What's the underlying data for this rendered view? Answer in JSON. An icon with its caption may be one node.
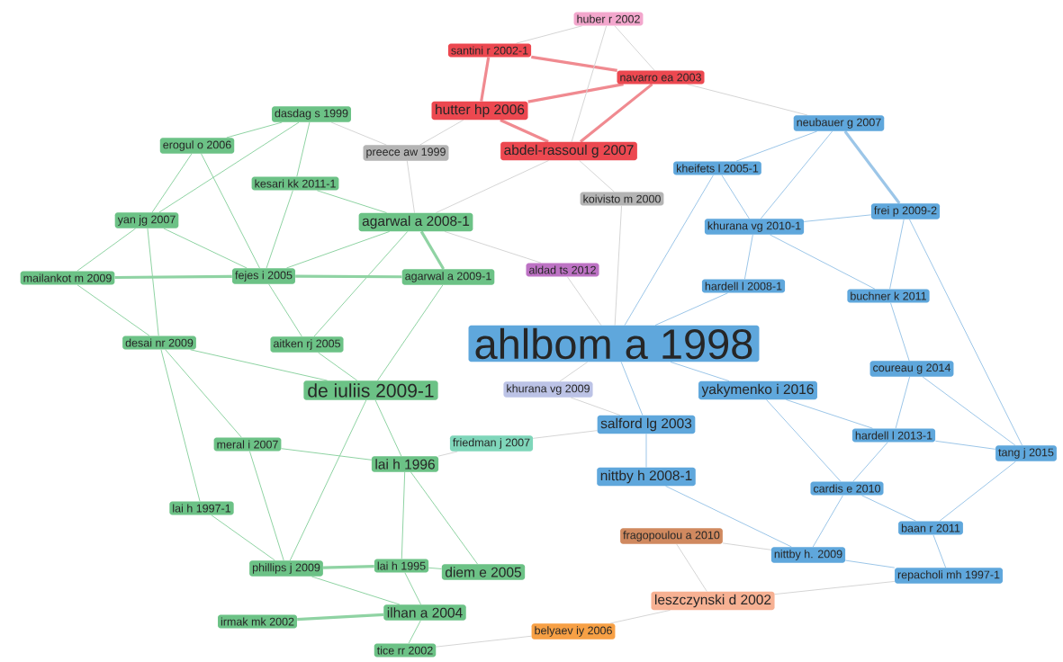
{
  "diagram": {
    "nodes": [
      {
        "text": [
          "huber r 2002"
        ]
      },
      {
        "text": [
          "santini r 2002-1"
        ]
      },
      {
        "text": [
          "navarro ea 2003"
        ]
      },
      {
        "text": [
          "hutter hp 2006"
        ]
      },
      {
        "text": [
          "dasdag s 1999"
        ]
      },
      {
        "text": [
          "neubauer g 2007"
        ]
      },
      {
        "text": [
          "erogul o 2006"
        ]
      },
      {
        "text": [
          "preece aw 1999"
        ]
      },
      {
        "text": [
          "abdel-rassoul g 2007"
        ]
      },
      {
        "text": [
          "kheifets l 2005-1"
        ]
      },
      {
        "text": [
          "kesari kk 2011-1"
        ]
      },
      {
        "text": [
          "koivisto m 2000"
        ]
      },
      {
        "text": [
          "yan jg 2007"
        ]
      },
      {
        "text": [
          "agarwal a 2008-1"
        ]
      },
      {
        "text": [
          "frei p 2009-2"
        ]
      },
      {
        "text": [
          "khurana vg 2010-1"
        ]
      },
      {
        "text": [
          "mailankot m 2009"
        ]
      },
      {
        "text": [
          "fejes i 2005"
        ]
      },
      {
        "text": [
          "agarwal a 2009-1"
        ]
      },
      {
        "text": [
          "aldad ts 2012"
        ]
      },
      {
        "text": [
          "hardell l 2008-1"
        ]
      },
      {
        "text": [
          "buchner k 2011"
        ]
      },
      {
        "text": [
          "ahlbom a 1998"
        ]
      },
      {
        "text": [
          "desai nr 2009"
        ]
      },
      {
        "text": [
          "aitken rj 2005"
        ]
      },
      {
        "text": [
          "coureau g 2014"
        ]
      },
      {
        "text": [
          "de iuliis 2009-1"
        ]
      },
      {
        "text": [
          "khurana vg 2009"
        ]
      },
      {
        "text": [
          "yakymenko i 2016"
        ]
      },
      {
        "text": [
          "salford lg 2003"
        ]
      },
      {
        "text": [
          "hardell l 2013-1"
        ]
      },
      {
        "text": [
          "tang j 2015"
        ]
      },
      {
        "text": [
          "meral i 2007"
        ]
      },
      {
        "text": [
          "friedman j 2007"
        ]
      },
      {
        "text": [
          "lai h 1996"
        ]
      },
      {
        "text": [
          "nittby h 2008-1"
        ]
      },
      {
        "text": [
          "cardis e 2010"
        ]
      },
      {
        "text": [
          "lai h 1997-1"
        ]
      },
      {
        "text": [
          "fragopoulou a 2010"
        ]
      },
      {
        "text": [
          "baan r 2011"
        ]
      },
      {
        "text": [
          "nittby h. 2009"
        ]
      },
      {
        "text": [
          "phillips j 2009"
        ]
      },
      {
        "text": [
          "lai h 1995"
        ]
      },
      {
        "text": [
          "diem e 2005"
        ]
      },
      {
        "text": [
          "repacholi mh 1997-1"
        ]
      },
      {
        "text": [
          "leszczynski d 2002"
        ]
      },
      {
        "text": [
          "irmak mk 2002"
        ]
      },
      {
        "text": [
          "ilhan a 2004"
        ]
      },
      {
        "text": [
          "belyaev iy 2006"
        ]
      },
      {
        "text": [
          "tice rr 2002"
        ]
      }
    ],
    "edges": [
      {
        "from": 1,
        "to": 2,
        "arrow": "none",
        "style": "thick",
        "color": "#f08a90"
      },
      {
        "from": 1,
        "to": 3,
        "arrow": "none",
        "style": "thick",
        "color": "#f08a90"
      },
      {
        "from": 2,
        "to": 3,
        "arrow": "none",
        "style": "thick",
        "color": "#f08a90"
      },
      {
        "from": 2,
        "to": 8,
        "arrow": "none",
        "style": "thick",
        "color": "#f08a90"
      },
      {
        "from": 3,
        "to": 8,
        "arrow": "none",
        "style": "thick",
        "color": "#f08a90"
      },
      {
        "from": 4,
        "to": 6,
        "arrow": "none",
        "color": "#8fd3a3"
      },
      {
        "from": 4,
        "to": 10,
        "arrow": "none",
        "color": "#8fd3a3"
      },
      {
        "from": 4,
        "to": 12,
        "arrow": "none",
        "color": "#8fd3a3"
      },
      {
        "from": 6,
        "to": 12,
        "arrow": "none",
        "color": "#8fd3a3"
      },
      {
        "from": 6,
        "to": 17,
        "arrow": "none",
        "color": "#8fd3a3"
      },
      {
        "from": 10,
        "to": 13,
        "arrow": "none",
        "color": "#8fd3a3"
      },
      {
        "from": 10,
        "to": 17,
        "arrow": "none",
        "color": "#8fd3a3"
      },
      {
        "from": 12,
        "to": 16,
        "arrow": "none",
        "color": "#8fd3a3"
      },
      {
        "from": 12,
        "to": 17,
        "arrow": "none",
        "color": "#8fd3a3"
      },
      {
        "from": 12,
        "to": 23,
        "arrow": "none",
        "color": "#8fd3a3"
      },
      {
        "from": 13,
        "to": 18,
        "arrow": "none",
        "style": "thick",
        "color": "#8fd3a3"
      },
      {
        "from": 13,
        "to": 17,
        "arrow": "none",
        "color": "#8fd3a3"
      },
      {
        "from": 13,
        "to": 24,
        "arrow": "none",
        "color": "#8fd3a3"
      },
      {
        "from": 16,
        "to": 17,
        "arrow": "none",
        "style": "thick",
        "color": "#8fd3a3"
      },
      {
        "from": 16,
        "to": 23,
        "arrow": "none",
        "color": "#8fd3a3"
      },
      {
        "from": 17,
        "to": 18,
        "arrow": "none",
        "style": "thick",
        "color": "#8fd3a3"
      },
      {
        "from": 17,
        "to": 24,
        "arrow": "none",
        "color": "#8fd3a3"
      },
      {
        "from": 18,
        "to": 26,
        "arrow": "none",
        "color": "#8fd3a3"
      },
      {
        "from": 23,
        "to": 26,
        "arrow": "none",
        "color": "#8fd3a3"
      },
      {
        "from": 23,
        "to": 37,
        "arrow": "none",
        "color": "#8fd3a3"
      },
      {
        "from": 23,
        "to": 32,
        "arrow": "none",
        "color": "#8fd3a3"
      },
      {
        "from": 24,
        "to": 26,
        "arrow": "none",
        "color": "#8fd3a3"
      },
      {
        "from": 26,
        "to": 34,
        "arrow": "none",
        "color": "#8fd3a3"
      },
      {
        "from": 26,
        "to": 41,
        "arrow": "none",
        "color": "#8fd3a3"
      },
      {
        "from": 32,
        "to": 34,
        "arrow": "none",
        "color": "#8fd3a3"
      },
      {
        "from": 32,
        "to": 41,
        "arrow": "none",
        "color": "#8fd3a3"
      },
      {
        "from": 34,
        "to": 42,
        "arrow": "none",
        "color": "#8fd3a3"
      },
      {
        "from": 34,
        "to": 43,
        "arrow": "none",
        "color": "#8fd3a3"
      },
      {
        "from": 37,
        "to": 41,
        "arrow": "none",
        "color": "#8fd3a3"
      },
      {
        "from": 41,
        "to": 42,
        "arrow": "none",
        "style": "thick",
        "color": "#8fd3a3"
      },
      {
        "from": 41,
        "to": 47,
        "arrow": "none",
        "color": "#8fd3a3"
      },
      {
        "from": 42,
        "to": 43,
        "arrow": "none",
        "color": "#8fd3a3"
      },
      {
        "from": 42,
        "to": 47,
        "arrow": "none",
        "color": "#8fd3a3"
      },
      {
        "from": 46,
        "to": 47,
        "arrow": "none",
        "style": "thick",
        "color": "#8fd3a3"
      },
      {
        "from": 47,
        "to": 49,
        "arrow": "none",
        "color": "#8fd3a3"
      },
      {
        "from": 5,
        "to": 14,
        "arrow": "none",
        "style": "thick",
        "color": "#9cc6e8"
      },
      {
        "from": 5,
        "to": 9,
        "arrow": "none",
        "color": "#9cc6e8"
      },
      {
        "from": 5,
        "to": 15,
        "arrow": "none",
        "color": "#9cc6e8"
      },
      {
        "from": 9,
        "to": 15,
        "arrow": "none",
        "color": "#9cc6e8"
      },
      {
        "from": 9,
        "to": 22,
        "arrow": "none",
        "color": "#9cc6e8"
      },
      {
        "from": 14,
        "to": 21,
        "arrow": "none",
        "color": "#9cc6e8"
      },
      {
        "from": 14,
        "to": 15,
        "arrow": "none",
        "color": "#9cc6e8"
      },
      {
        "from": 15,
        "to": 20,
        "arrow": "none",
        "color": "#9cc6e8"
      },
      {
        "from": 15,
        "to": 21,
        "arrow": "none",
        "color": "#9cc6e8"
      },
      {
        "from": 20,
        "to": 22,
        "arrow": "none",
        "color": "#9cc6e8"
      },
      {
        "from": 21,
        "to": 25,
        "arrow": "none",
        "color": "#9cc6e8"
      },
      {
        "from": 22,
        "to": 28,
        "arrow": "none",
        "color": "#9cc6e8"
      },
      {
        "from": 22,
        "to": 29,
        "arrow": "none",
        "color": "#9cc6e8"
      },
      {
        "from": 25,
        "to": 30,
        "arrow": "none",
        "color": "#9cc6e8"
      },
      {
        "from": 25,
        "to": 31,
        "arrow": "none",
        "color": "#9cc6e8"
      },
      {
        "from": 28,
        "to": 30,
        "arrow": "none",
        "color": "#9cc6e8"
      },
      {
        "from": 29,
        "to": 35,
        "arrow": "none",
        "color": "#9cc6e8"
      },
      {
        "from": 30,
        "to": 31,
        "arrow": "none",
        "color": "#9cc6e8"
      },
      {
        "from": 30,
        "to": 36,
        "arrow": "none",
        "color": "#9cc6e8"
      },
      {
        "from": 31,
        "to": 39,
        "arrow": "none",
        "color": "#9cc6e8"
      },
      {
        "from": 36,
        "to": 39,
        "arrow": "none",
        "color": "#9cc6e8"
      },
      {
        "from": 36,
        "to": 40,
        "arrow": "none",
        "color": "#9cc6e8"
      },
      {
        "from": 39,
        "to": 44,
        "arrow": "none",
        "color": "#9cc6e8"
      },
      {
        "from": 40,
        "to": 44,
        "arrow": "none",
        "color": "#9cc6e8"
      },
      {
        "from": 35,
        "to": 40,
        "arrow": "none",
        "color": "#9cc6e8"
      },
      {
        "from": 28,
        "to": 36,
        "arrow": "none",
        "color": "#9cc6e8"
      },
      {
        "from": 14,
        "to": 31,
        "arrow": "none",
        "color": "#9cc6e8"
      },
      {
        "from": 0,
        "to": 1,
        "arrow": "none"
      },
      {
        "from": 0,
        "to": 2,
        "arrow": "none"
      },
      {
        "from": 3,
        "to": 7,
        "arrow": "none"
      },
      {
        "from": 7,
        "to": 13,
        "arrow": "none"
      },
      {
        "from": 8,
        "to": 11,
        "arrow": "none"
      },
      {
        "from": 11,
        "to": 22,
        "arrow": "none"
      },
      {
        "from": 19,
        "to": 22,
        "arrow": "none"
      },
      {
        "from": 27,
        "to": 22,
        "arrow": "none"
      },
      {
        "from": 33,
        "to": 34,
        "arrow": "none"
      },
      {
        "from": 33,
        "to": 29,
        "arrow": "none"
      },
      {
        "from": 38,
        "to": 40,
        "arrow": "none"
      },
      {
        "from": 38,
        "to": 45,
        "arrow": "none"
      },
      {
        "from": 45,
        "to": 44,
        "arrow": "none"
      },
      {
        "from": 48,
        "to": 45,
        "arrow": "none"
      },
      {
        "from": 49,
        "to": 48,
        "arrow": "none"
      },
      {
        "from": 2,
        "to": 5,
        "arrow": "none"
      },
      {
        "from": 7,
        "to": 4,
        "arrow": "none"
      },
      {
        "from": 27,
        "to": 29,
        "arrow": "none"
      },
      {
        "from": 19,
        "to": 13,
        "arrow": "none"
      },
      {
        "from": 8,
        "to": 13,
        "arrow": "none"
      },
      {
        "from": 0,
        "to": 8,
        "arrow": "none"
      }
    ]
  }
}
